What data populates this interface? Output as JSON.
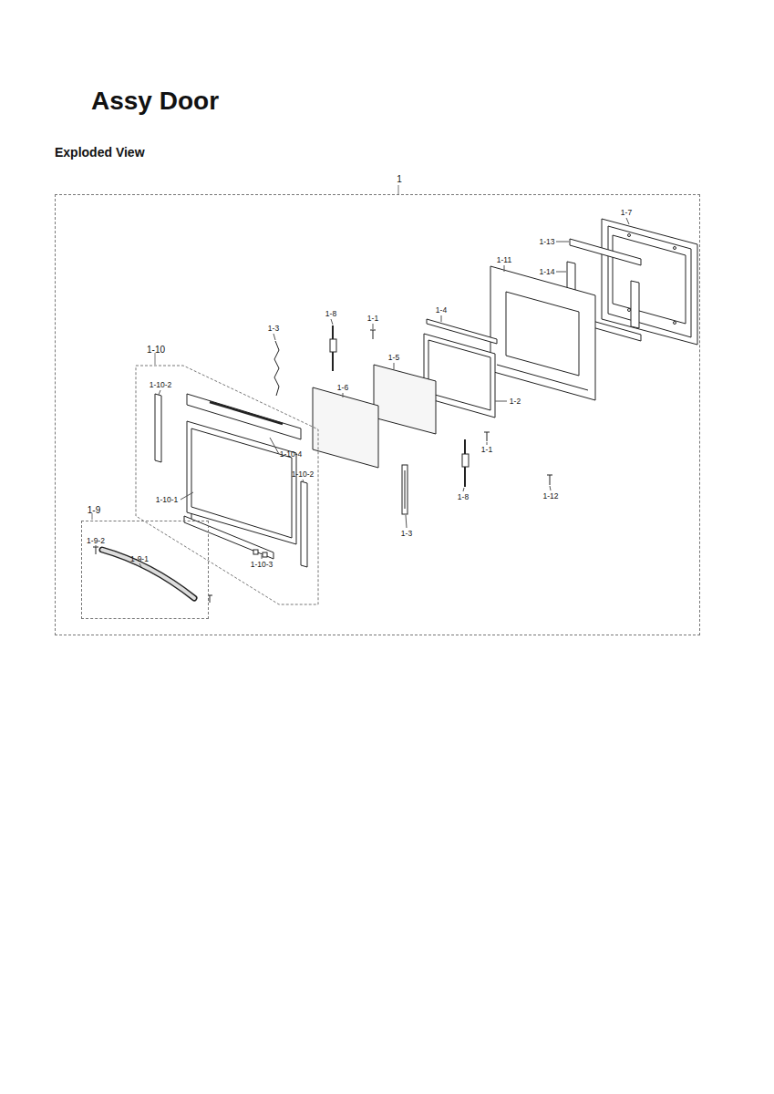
{
  "diagram": {
    "title": "Assy Door",
    "nodes": [
      {
        "text": [
          "1"
        ]
      },
      {
        "text": [
          "1-10"
        ],
        "in": 0
      },
      {
        "text": [
          "1-9"
        ],
        "in": 0
      }
    ],
    "labels": [
      "Exploded View",
      "1-7",
      "1-13",
      "1-11",
      "1-14",
      "1-3",
      "1-8",
      "1-1",
      "1-4",
      "1-5",
      "1-6",
      "1-2",
      "1-10-2",
      "1-10-4",
      "1-10-2",
      "1-1",
      "1-8",
      "1-3",
      "1-12",
      "1-10-1",
      "1-10-3",
      "1-9-2",
      "1-9-1"
    ]
  }
}
